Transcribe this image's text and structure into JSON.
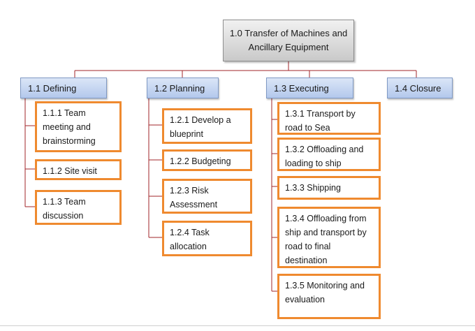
{
  "root": {
    "label": "1.0 Transfer of Machines and Ancillary Equipment"
  },
  "level1": [
    {
      "label": "1.1 Defining"
    },
    {
      "label": "1.2 Planning"
    },
    {
      "label": "1.3 Executing"
    },
    {
      "label": "1.4 Closure"
    }
  ],
  "defining_items": [
    {
      "label": "1.1.1 Team meeting and brainstorming"
    },
    {
      "label": "1.1.2 Site visit"
    },
    {
      "label": "1.1.3 Team discussion"
    }
  ],
  "planning_items": [
    {
      "label": "1.2.1 Develop a blueprint"
    },
    {
      "label": "1.2.2 Budgeting"
    },
    {
      "label": "1.2.3 Risk Assessment"
    },
    {
      "label": "1.2.4 Task allocation"
    }
  ],
  "executing_items": [
    {
      "label": "1.3.1 Transport by road to Sea"
    },
    {
      "label": "1.3.2 Offloading and loading to ship"
    },
    {
      "label": "1.3.3 Shipping"
    },
    {
      "label": "1.3.4 Offloading from ship and transport by road to final destination"
    },
    {
      "label": "1.3.5 Monitoring and evaluation"
    }
  ],
  "colors": {
    "connector": "#a0262a",
    "leaf_border": "#ef8a2f",
    "level1_fill": "#c6d6f2",
    "root_fill": "#d9d9d9"
  }
}
